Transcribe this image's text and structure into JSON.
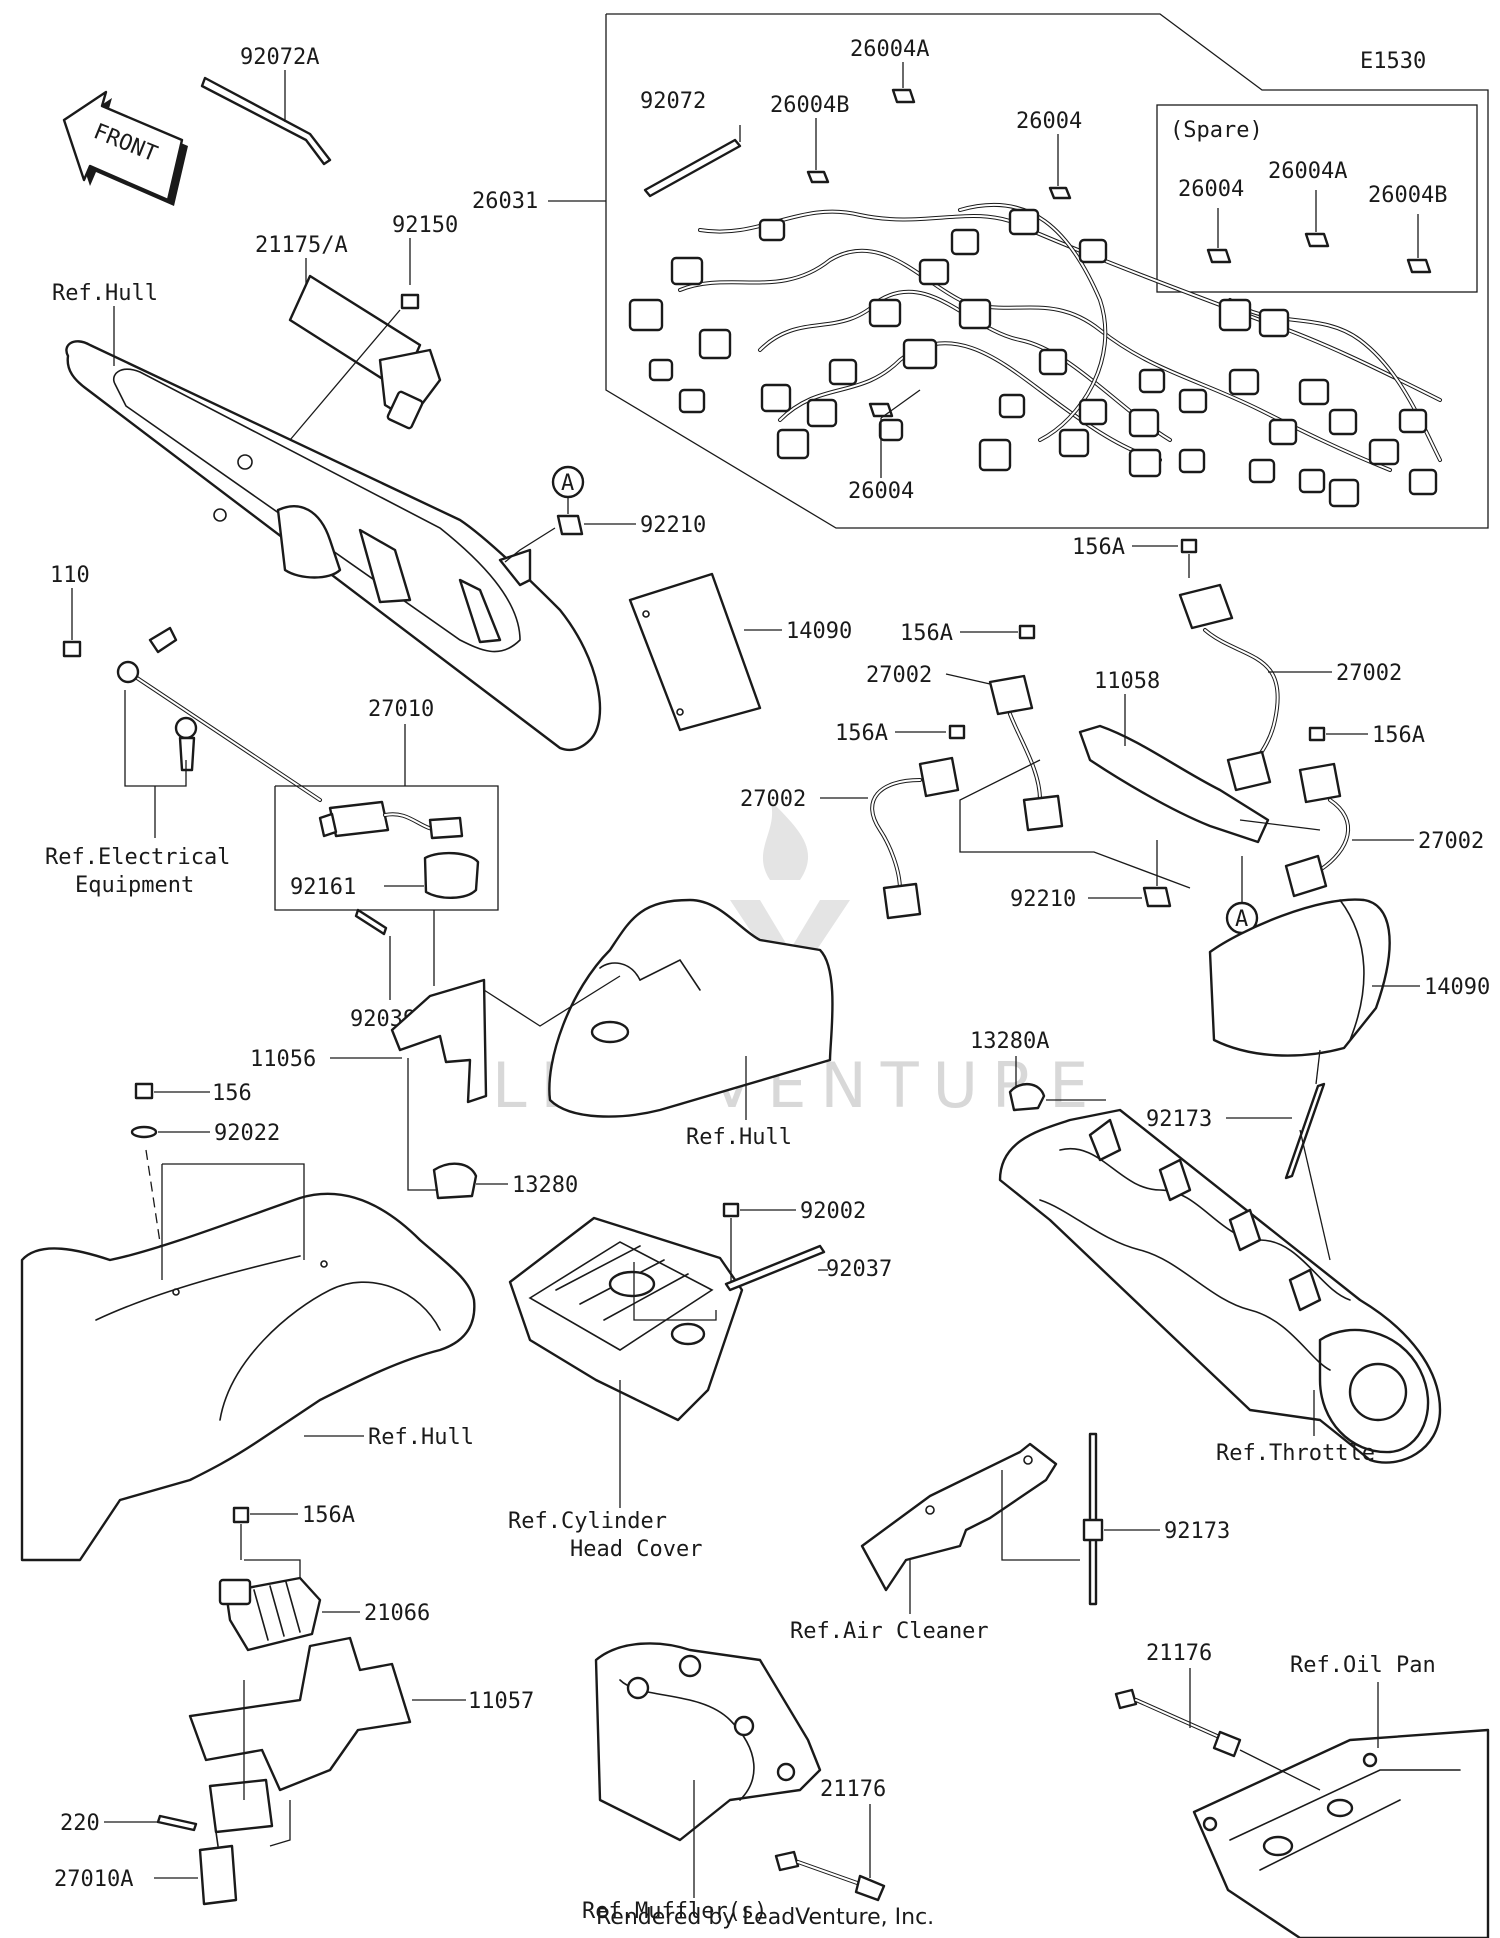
{
  "diagram_code": "E1530",
  "front_arrow": "FRONT",
  "callout": "A",
  "footer": "Rendered by LeadVenture, Inc.",
  "watermark": "LEADVENTURE",
  "spare_box": {
    "title": "(Spare)",
    "parts": [
      "26004",
      "26004A",
      "26004B"
    ]
  },
  "part_labels": {
    "p92072A": "92072A",
    "p92072": "92072",
    "p26004A_top": "26004A",
    "p26004B_top": "26004B",
    "p26004_top": "26004",
    "p26031": "26031",
    "p26004_bottom": "26004",
    "p21175A": "21175/A",
    "p92150": "92150",
    "p92210_top": "92210",
    "p110": "110",
    "p27010": "27010",
    "p92161": "92161",
    "p14090_a": "14090",
    "p156A_1": "156A",
    "p156A_2": "156A",
    "p156A_3": "156A",
    "p156A_4": "156A",
    "p27002_1": "27002",
    "p27002_2": "27002",
    "p27002_3": "27002",
    "p27002_4": "27002",
    "p11058": "11058",
    "p92210_mid": "92210",
    "p14090_b": "14090",
    "p92039": "92039",
    "p11056": "11056",
    "p13280": "13280",
    "p13280A": "13280A",
    "p92173_a": "92173",
    "p156": "156",
    "p92022": "92022",
    "p92002": "92002",
    "p92037": "92037",
    "p156A_5": "156A",
    "p21066": "21066",
    "p11057": "11057",
    "p92173_b": "92173",
    "p21176_a": "21176",
    "p21176_b": "21176",
    "p220": "220",
    "p27010A": "27010A"
  },
  "ref_labels": {
    "hull_1": "Ref.Hull",
    "hull_2": "Ref.Hull",
    "hull_3": "Ref.Hull",
    "electrical_1": "Ref.Electrical",
    "electrical_2": "Equipment",
    "cylinder_1": "Ref.Cylinder",
    "cylinder_2": "Head Cover",
    "throttle": "Ref.Throttle",
    "air_cleaner": "Ref.Air Cleaner",
    "oil_pan": "Ref.Oil Pan",
    "muffler": "Ref.Muffler(s)"
  }
}
